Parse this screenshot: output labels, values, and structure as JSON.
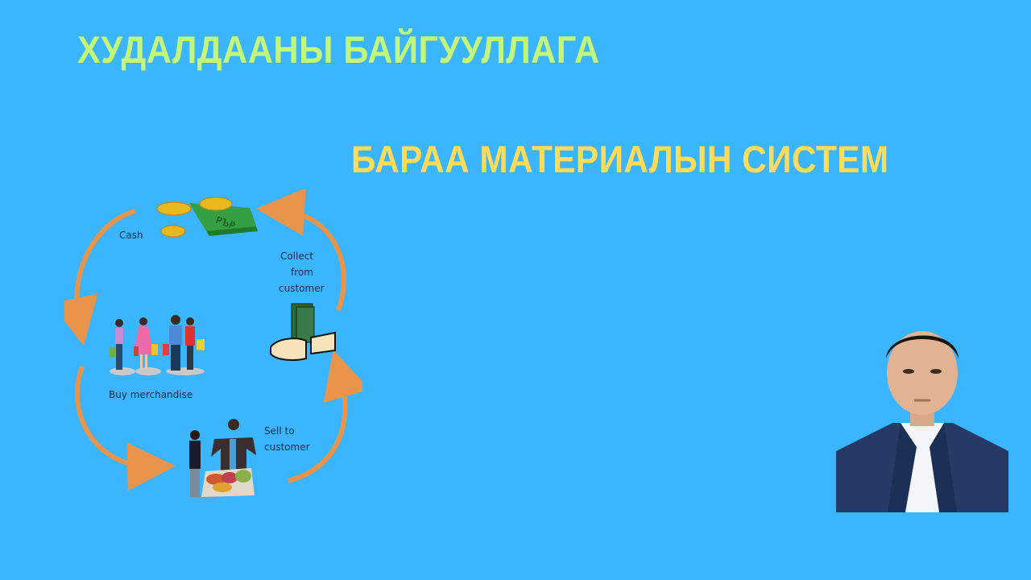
{
  "titles": {
    "main": "ХУДАЛДААНЫ БАЙГУУЛЛАГА",
    "sub": "БАРАА МАТЕРИАЛЫН СИСТЕМ"
  },
  "cycle": {
    "steps": [
      {
        "label": "Cash",
        "icon": "cash-coins-icon"
      },
      {
        "label": "Collect\nfrom\ncustomer",
        "icon": "hand-money-icon"
      },
      {
        "label": "Sell to\ncustomer",
        "icon": "seller-customer-icon"
      },
      {
        "label": "Buy merchandise",
        "icon": "shoppers-icon"
      }
    ],
    "labels": {
      "cash": "Cash",
      "collect_1": "Collect",
      "collect_2": "from",
      "collect_3": "customer",
      "sell_1": "Sell to",
      "sell_2": "customer",
      "buy": "Buy merchandise"
    },
    "bill_text": "РЪР",
    "colors": {
      "arrow": "#e8944a",
      "bill": "#2e9a3a",
      "coin": "#e8b820"
    }
  },
  "colors": {
    "background": "#3bb5fd",
    "title_main": "#c3f77a",
    "title_sub": "#fddc5a"
  },
  "presenter": {
    "icon": "presenter-photo"
  }
}
